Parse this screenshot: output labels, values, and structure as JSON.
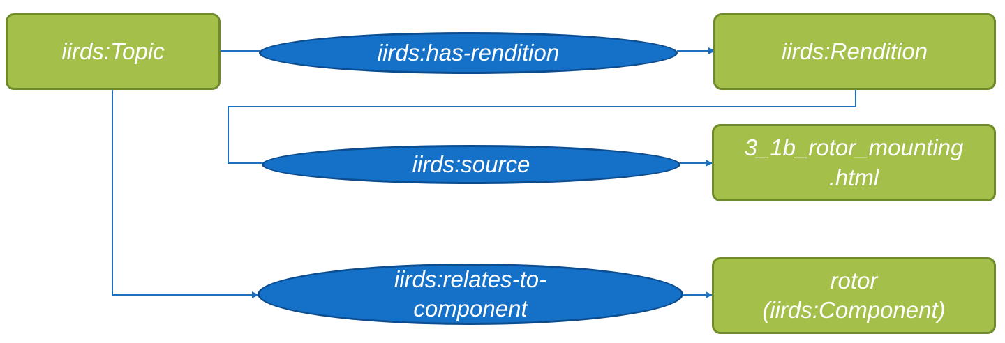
{
  "diagram": {
    "colors": {
      "node_fill": "#a4c04a",
      "node_border": "#6f8a2b",
      "relation_fill": "#1570c8",
      "relation_border": "#0b4d8f",
      "connector": "#1f6fbf"
    },
    "nodes": {
      "topic": "iirds:Topic",
      "rendition": "iirds:Rendition",
      "source_file": "3_1b_rotor_mounting\n.html",
      "component": "rotor\n(iirds:Component)"
    },
    "relations": {
      "has_rendition": "iirds:has-rendition",
      "source": "iirds:source",
      "relates_to_component": "iirds:relates-to-\ncomponent"
    },
    "edges": [
      {
        "from": "topic",
        "via": "has_rendition",
        "to": "rendition"
      },
      {
        "from": "rendition",
        "via": "source",
        "to": "source_file"
      },
      {
        "from": "topic",
        "via": "relates_to_component",
        "to": "component"
      }
    ]
  }
}
